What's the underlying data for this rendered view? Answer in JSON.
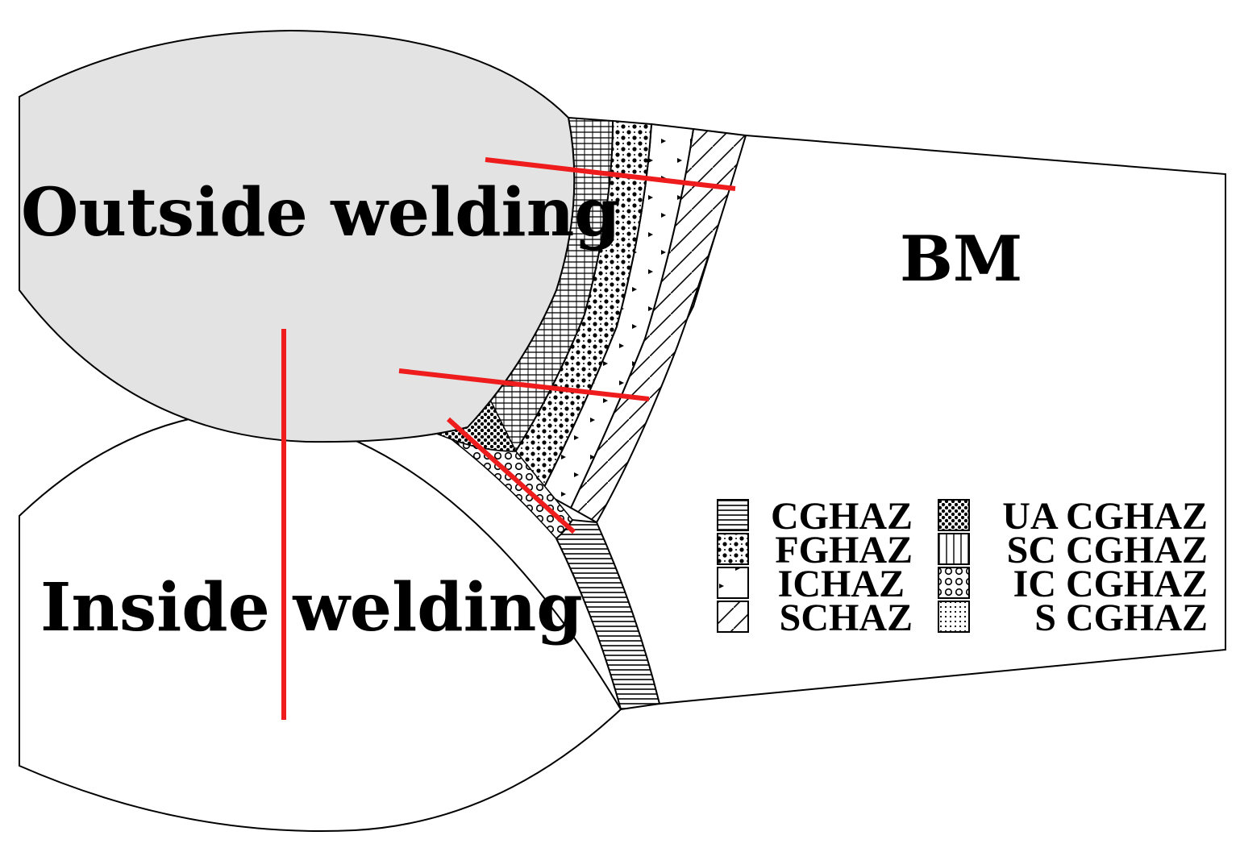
{
  "regions": {
    "outside_weld": "Outside welding",
    "inside_weld": "Inside welding",
    "base_metal": "BM"
  },
  "legend": {
    "left": [
      {
        "label": "CGHAZ",
        "pattern": "horizontal-lines"
      },
      {
        "label": "FGHAZ",
        "pattern": "crosshatch-dots"
      },
      {
        "label": "ICHAZ",
        "pattern": "sparse-arrows"
      },
      {
        "label": "SCHAZ",
        "pattern": "diagonal-lines"
      }
    ],
    "right": [
      {
        "label": "UA CGHAZ",
        "pattern": "dense-dots"
      },
      {
        "label": "SC CGHAZ",
        "pattern": "vertical-lines"
      },
      {
        "label": "IC CGHAZ",
        "pattern": "circles"
      },
      {
        "label": "S CGHAZ",
        "pattern": "fine-dots"
      }
    ]
  },
  "colors": {
    "outside_weld_fill": "#e3e3e3",
    "cut_line": "#ee1c1c",
    "outline": "#000000"
  }
}
